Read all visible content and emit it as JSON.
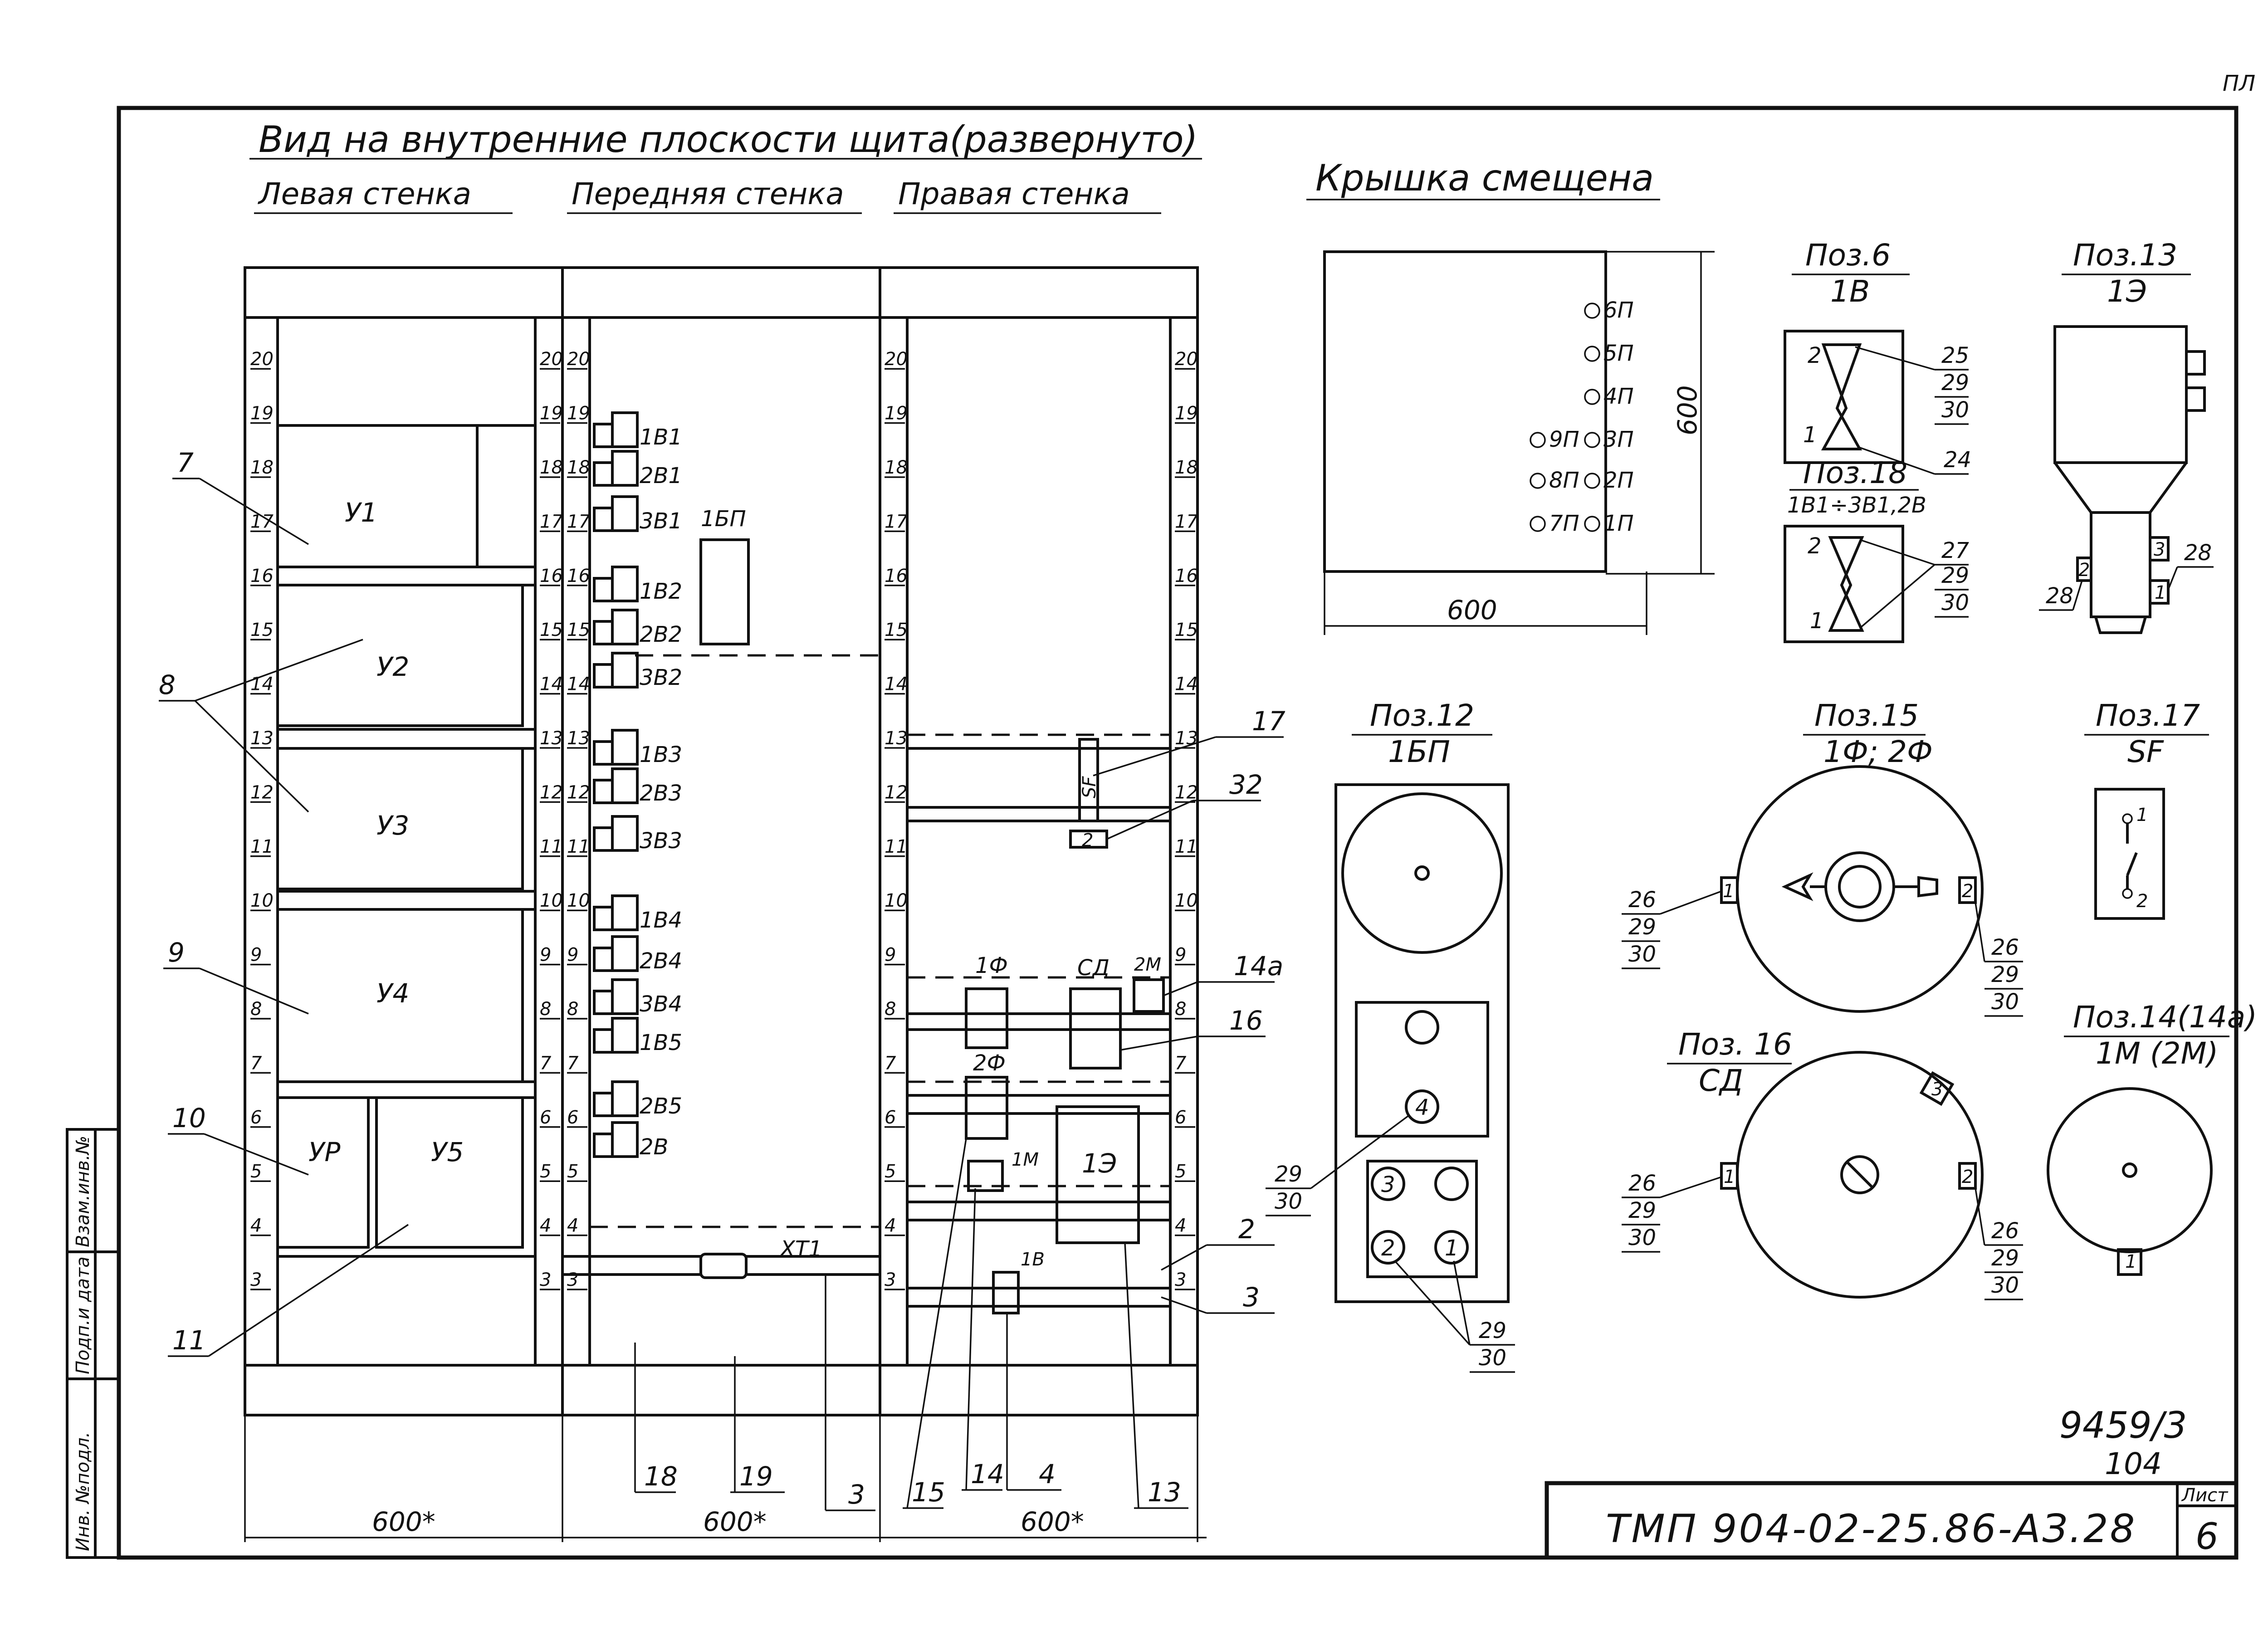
{
  "sheet": {
    "title": "Вид на внутренние плоскости щита(развернуто)",
    "corner_mark": "ПЛ",
    "drawing_code": "ТМП 904-02-25.86-АЗ.28",
    "sheet_label": "Лист",
    "sheet_number": "6",
    "archive_no": "9459/3",
    "archive_sub": "104"
  },
  "walls": {
    "left": "Левая стенка",
    "front": "Передняя стенка",
    "right": "Правая стенка",
    "dim_width": "600*"
  },
  "scale_marks": [
    "3",
    "4",
    "5",
    "6",
    "7",
    "8",
    "9",
    "10",
    "11",
    "12",
    "13",
    "14",
    "15",
    "16",
    "17",
    "18",
    "19",
    "20"
  ],
  "left_wall": {
    "units": [
      "У1",
      "У2",
      "У3",
      "У4",
      "УР",
      "У5"
    ],
    "callouts": [
      "7",
      "8",
      "9",
      "10",
      "11"
    ]
  },
  "front_wall": {
    "switches": [
      "1В1",
      "2В1",
      "3В1",
      "1В2",
      "2В2",
      "3В2",
      "1В3",
      "2В3",
      "3В3",
      "1В4",
      "2В4",
      "3В4",
      "1В5",
      "2В5",
      "2В"
    ],
    "block": "1БП",
    "terminal": "XT1",
    "callouts": [
      "18",
      "19",
      "3"
    ]
  },
  "right_wall": {
    "labels": [
      "SF",
      "2",
      "1Ф",
      "СД",
      "2М",
      "2Ф",
      "1М",
      "1Э",
      "1В"
    ],
    "callouts": [
      "17",
      "32",
      "14а",
      "16",
      "2",
      "3",
      "15",
      "14",
      "4",
      "13"
    ]
  },
  "lid": {
    "title": "Крышка смещена",
    "dim_h": "600",
    "dim_w": "600",
    "lamps": [
      "6П",
      "5П",
      "4П",
      "9П",
      "3П",
      "8П",
      "2П",
      "7П",
      "1П"
    ]
  },
  "details": {
    "poz6": {
      "title": "Поз.6",
      "sub": "1В",
      "marks": [
        "2",
        "1",
        "25",
        "29",
        "30",
        "24"
      ]
    },
    "poz18": {
      "title": "Поз.18",
      "sub": "1В1÷3В1,2В",
      "marks": [
        "2",
        "1",
        "27",
        "29",
        "30"
      ]
    },
    "poz13": {
      "title": "Поз.13",
      "sub": "1Э",
      "marks": [
        "2",
        "3",
        "1",
        "28",
        "28"
      ]
    },
    "poz12": {
      "title": "Поз.12",
      "sub": "1БП",
      "marks": [
        "4",
        "3",
        "2",
        "1",
        "29",
        "30",
        "29",
        "30"
      ]
    },
    "poz15": {
      "title": "Поз.15",
      "sub": "1Ф; 2Ф",
      "marks": [
        "1",
        "2",
        "26",
        "29",
        "30",
        "26",
        "29",
        "30"
      ]
    },
    "poz17": {
      "title": "Поз.17",
      "sub": "SF",
      "marks": [
        "1",
        "2"
      ]
    },
    "poz16": {
      "title": "Поз. 16",
      "sub": "СД",
      "marks": [
        "1",
        "2",
        "3",
        "26",
        "29",
        "30",
        "26",
        "29",
        "30"
      ]
    },
    "poz14": {
      "title": "Поз.14(14а)",
      "sub": "1М (2М)",
      "marks": [
        "1"
      ]
    }
  },
  "stamp_column": [
    "Инв. №подл.",
    "Подп.и дата",
    "Взам.инв.№"
  ]
}
